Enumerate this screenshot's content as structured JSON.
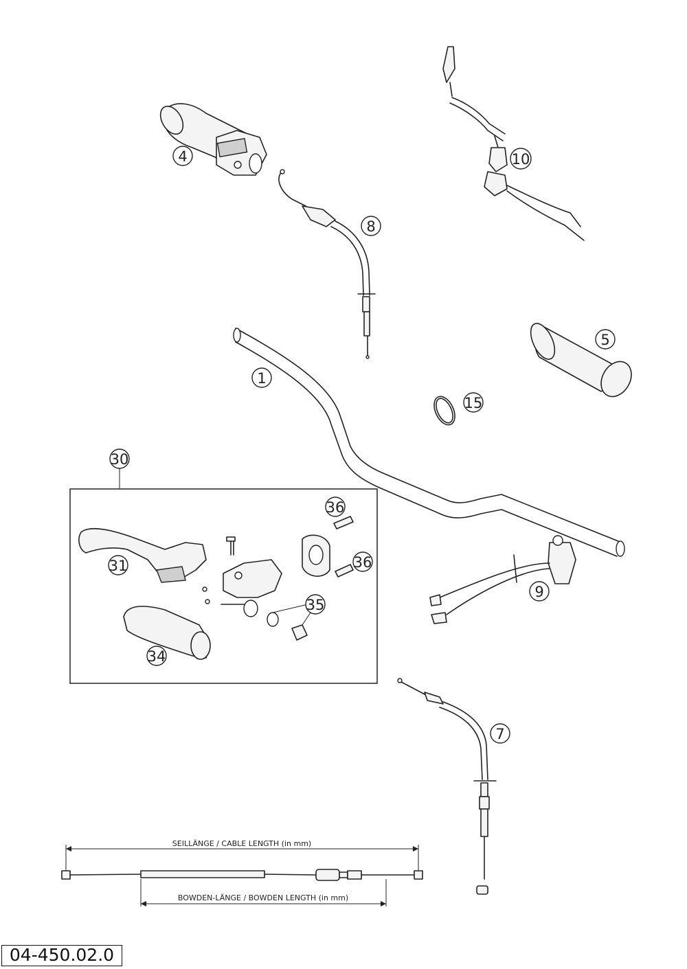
{
  "callouts": {
    "c1": "1",
    "c4": "4",
    "c5": "5",
    "c7": "7",
    "c8": "8",
    "c9": "9",
    "c10": "10",
    "c15": "15",
    "c30": "30",
    "c31": "31",
    "c34": "34",
    "c35": "35",
    "c36a": "36",
    "c36b": "36"
  },
  "cable_legend": {
    "cable_length_label": "SEILLÄNGE / CABLE LENGTH   (in mm)",
    "bowden_length_label": "BOWDEN-LÄNGE / BOWDEN LENGTH   (in mm)"
  },
  "diagram_id": "04-450.02.0"
}
